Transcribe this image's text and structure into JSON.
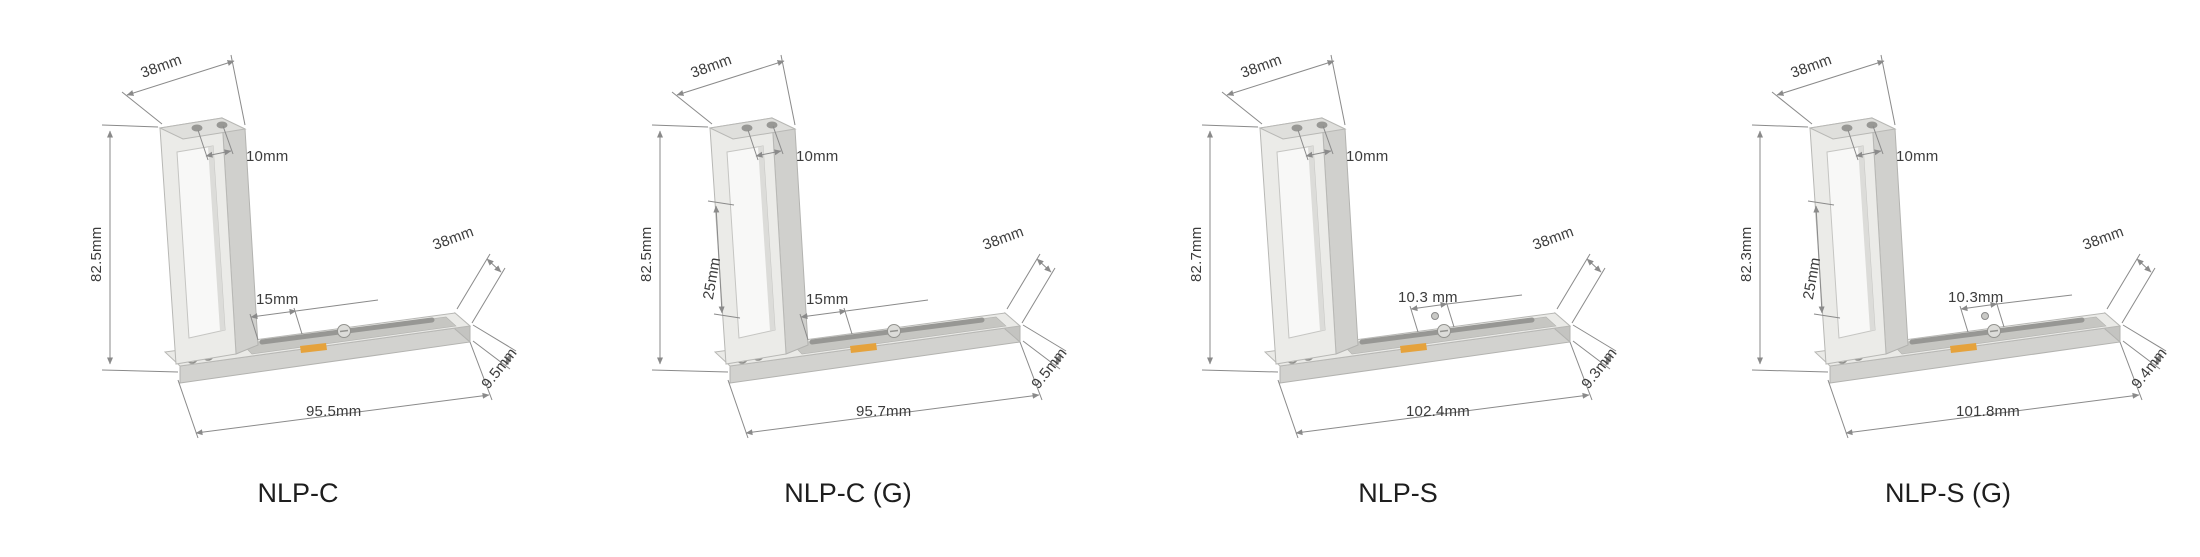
{
  "page": {
    "background": "#ffffff",
    "accent_logo_color": "#e5a23c"
  },
  "products": [
    {
      "name": "NLP-C",
      "dims": {
        "top_width": "38mm",
        "hole_offset": "10mm",
        "height": "82.5mm",
        "slot": "15mm",
        "plate_width": "38mm",
        "length": "95.5mm",
        "thickness": "9.5mm"
      }
    },
    {
      "name": "NLP-C (G)",
      "dims": {
        "top_width": "38mm",
        "hole_offset": "10mm",
        "height": "82.5mm",
        "arm_slot": "25mm",
        "slot": "15mm",
        "plate_width": "38mm",
        "length": "95.7mm",
        "thickness": "9.5mm"
      }
    },
    {
      "name": "NLP-S",
      "dims": {
        "top_width": "38mm",
        "hole_offset": "10mm",
        "height": "82.7mm",
        "slot": "10.3 mm",
        "plate_width": "38mm",
        "length": "102.4mm",
        "thickness": "9.3mm"
      }
    },
    {
      "name": "NLP-S (G)",
      "dims": {
        "top_width": "38mm",
        "hole_offset": "10mm",
        "height": "82.3mm",
        "arm_slot": "25mm",
        "slot": "10.3mm",
        "plate_width": "38mm",
        "length": "101.8mm",
        "thickness": "9.4mm"
      }
    }
  ]
}
